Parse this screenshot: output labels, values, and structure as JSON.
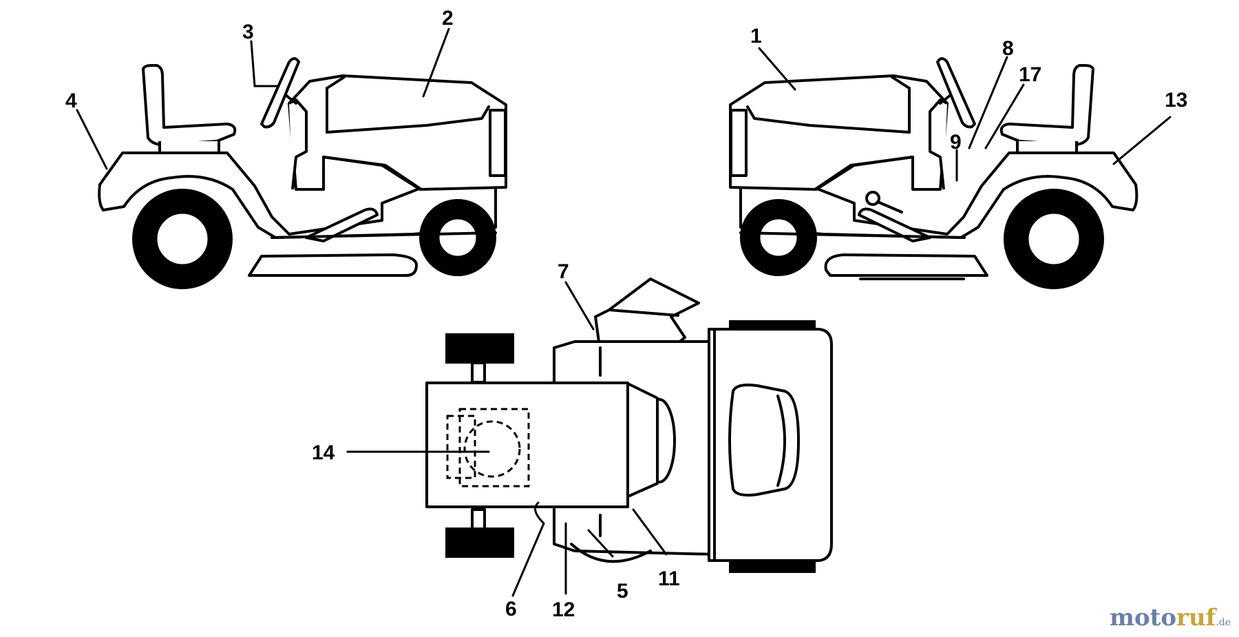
{
  "callouts": {
    "c1": "1",
    "c2": "2",
    "c3": "3",
    "c4": "4",
    "c5": "5",
    "c6": "6",
    "c7": "7",
    "c8": "8",
    "c9": "9",
    "c11": "11",
    "c12": "12",
    "c13": "13",
    "c14": "14",
    "c17": "17"
  },
  "watermark": {
    "part1": "moto",
    "part2": "ruf",
    "part3": ".de"
  },
  "colors": {
    "line": "#000000",
    "background": "#ffffff",
    "watermark_blue": "#6b7fa8",
    "watermark_gold": "#c9a23a"
  }
}
